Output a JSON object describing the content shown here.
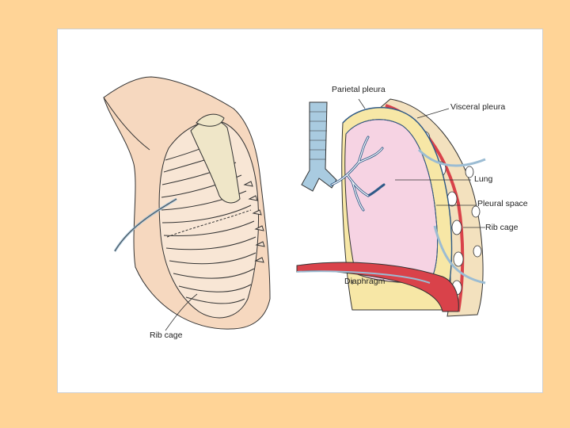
{
  "labels": {
    "parietal_pleura": "Parietal pleura",
    "visceral_pleura": "Visceral pleura",
    "lung": "Lung",
    "pleural_space": "Pleural space",
    "rib_cage_right": "Rib cage",
    "diaphragm": "Diaphragm",
    "rib_cage_left": "Rib cage"
  },
  "colors": {
    "frame": "#FFD497",
    "skin": "#F6D8BF",
    "lung": "#F6D3E3",
    "pleural_fluid": "#F7E7A6",
    "bone": "#EFE6C8",
    "trachea": "#A9CBE0",
    "muscle": "#D9424A",
    "tube": "#9BBCD3"
  }
}
